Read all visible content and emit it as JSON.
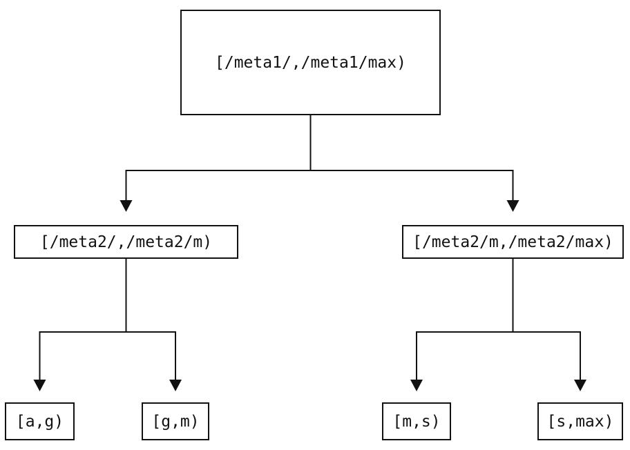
{
  "diagram": {
    "kind": "tree",
    "colors": {
      "background": "#ffffff",
      "line": "#111111",
      "text": "#111111",
      "node_fill": "#ffffff"
    },
    "nodes": {
      "root": {
        "label": "[/meta1/,/meta1/max)"
      },
      "mid_left": {
        "label": "[/meta2/,/meta2/m)"
      },
      "mid_right": {
        "label": "[/meta2/m,/meta2/max)"
      },
      "leaf_ag": {
        "label": "[a,g)"
      },
      "leaf_gm": {
        "label": "[g,m)"
      },
      "leaf_ms": {
        "label": "[m,s)"
      },
      "leaf_smax": {
        "label": "[s,max)"
      }
    },
    "edges": [
      {
        "from": "root",
        "to": "mid_left"
      },
      {
        "from": "root",
        "to": "mid_right"
      },
      {
        "from": "mid_left",
        "to": "leaf_ag"
      },
      {
        "from": "mid_left",
        "to": "leaf_gm"
      },
      {
        "from": "mid_right",
        "to": "leaf_ms"
      },
      {
        "from": "mid_right",
        "to": "leaf_smax"
      }
    ]
  }
}
